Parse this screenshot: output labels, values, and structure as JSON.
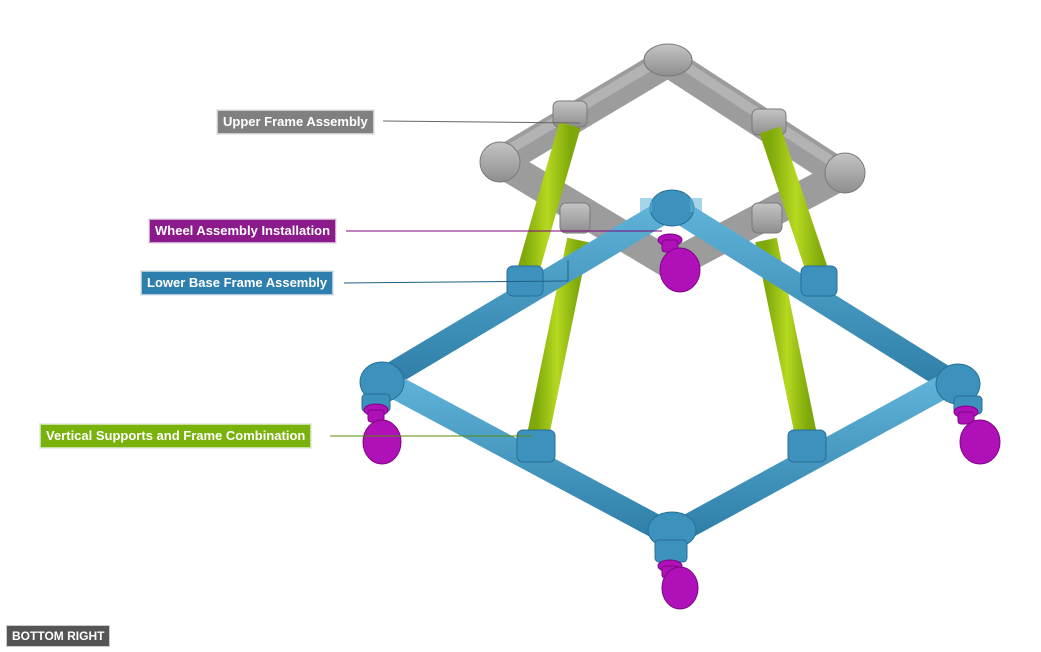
{
  "callouts": {
    "upper_frame": {
      "label": "Upper Frame Assembly",
      "color": "#808080"
    },
    "wheel_assembly": {
      "label": "Wheel Assembly Installation",
      "color": "#8b1a8b"
    },
    "lower_base": {
      "label": "Lower Base Frame Assembly",
      "color": "#2f7fae"
    },
    "vertical_supports": {
      "label": "Vertical Supports and Frame Combination",
      "color": "#78b20a"
    }
  },
  "view": {
    "label": "BOTTOM RIGHT"
  },
  "part_colors": {
    "upper_pipe": "#a8a8a8",
    "vertical_pipe": "#9bc414",
    "base_pipe": "#4a9cc4",
    "caster": "#b010b8"
  }
}
